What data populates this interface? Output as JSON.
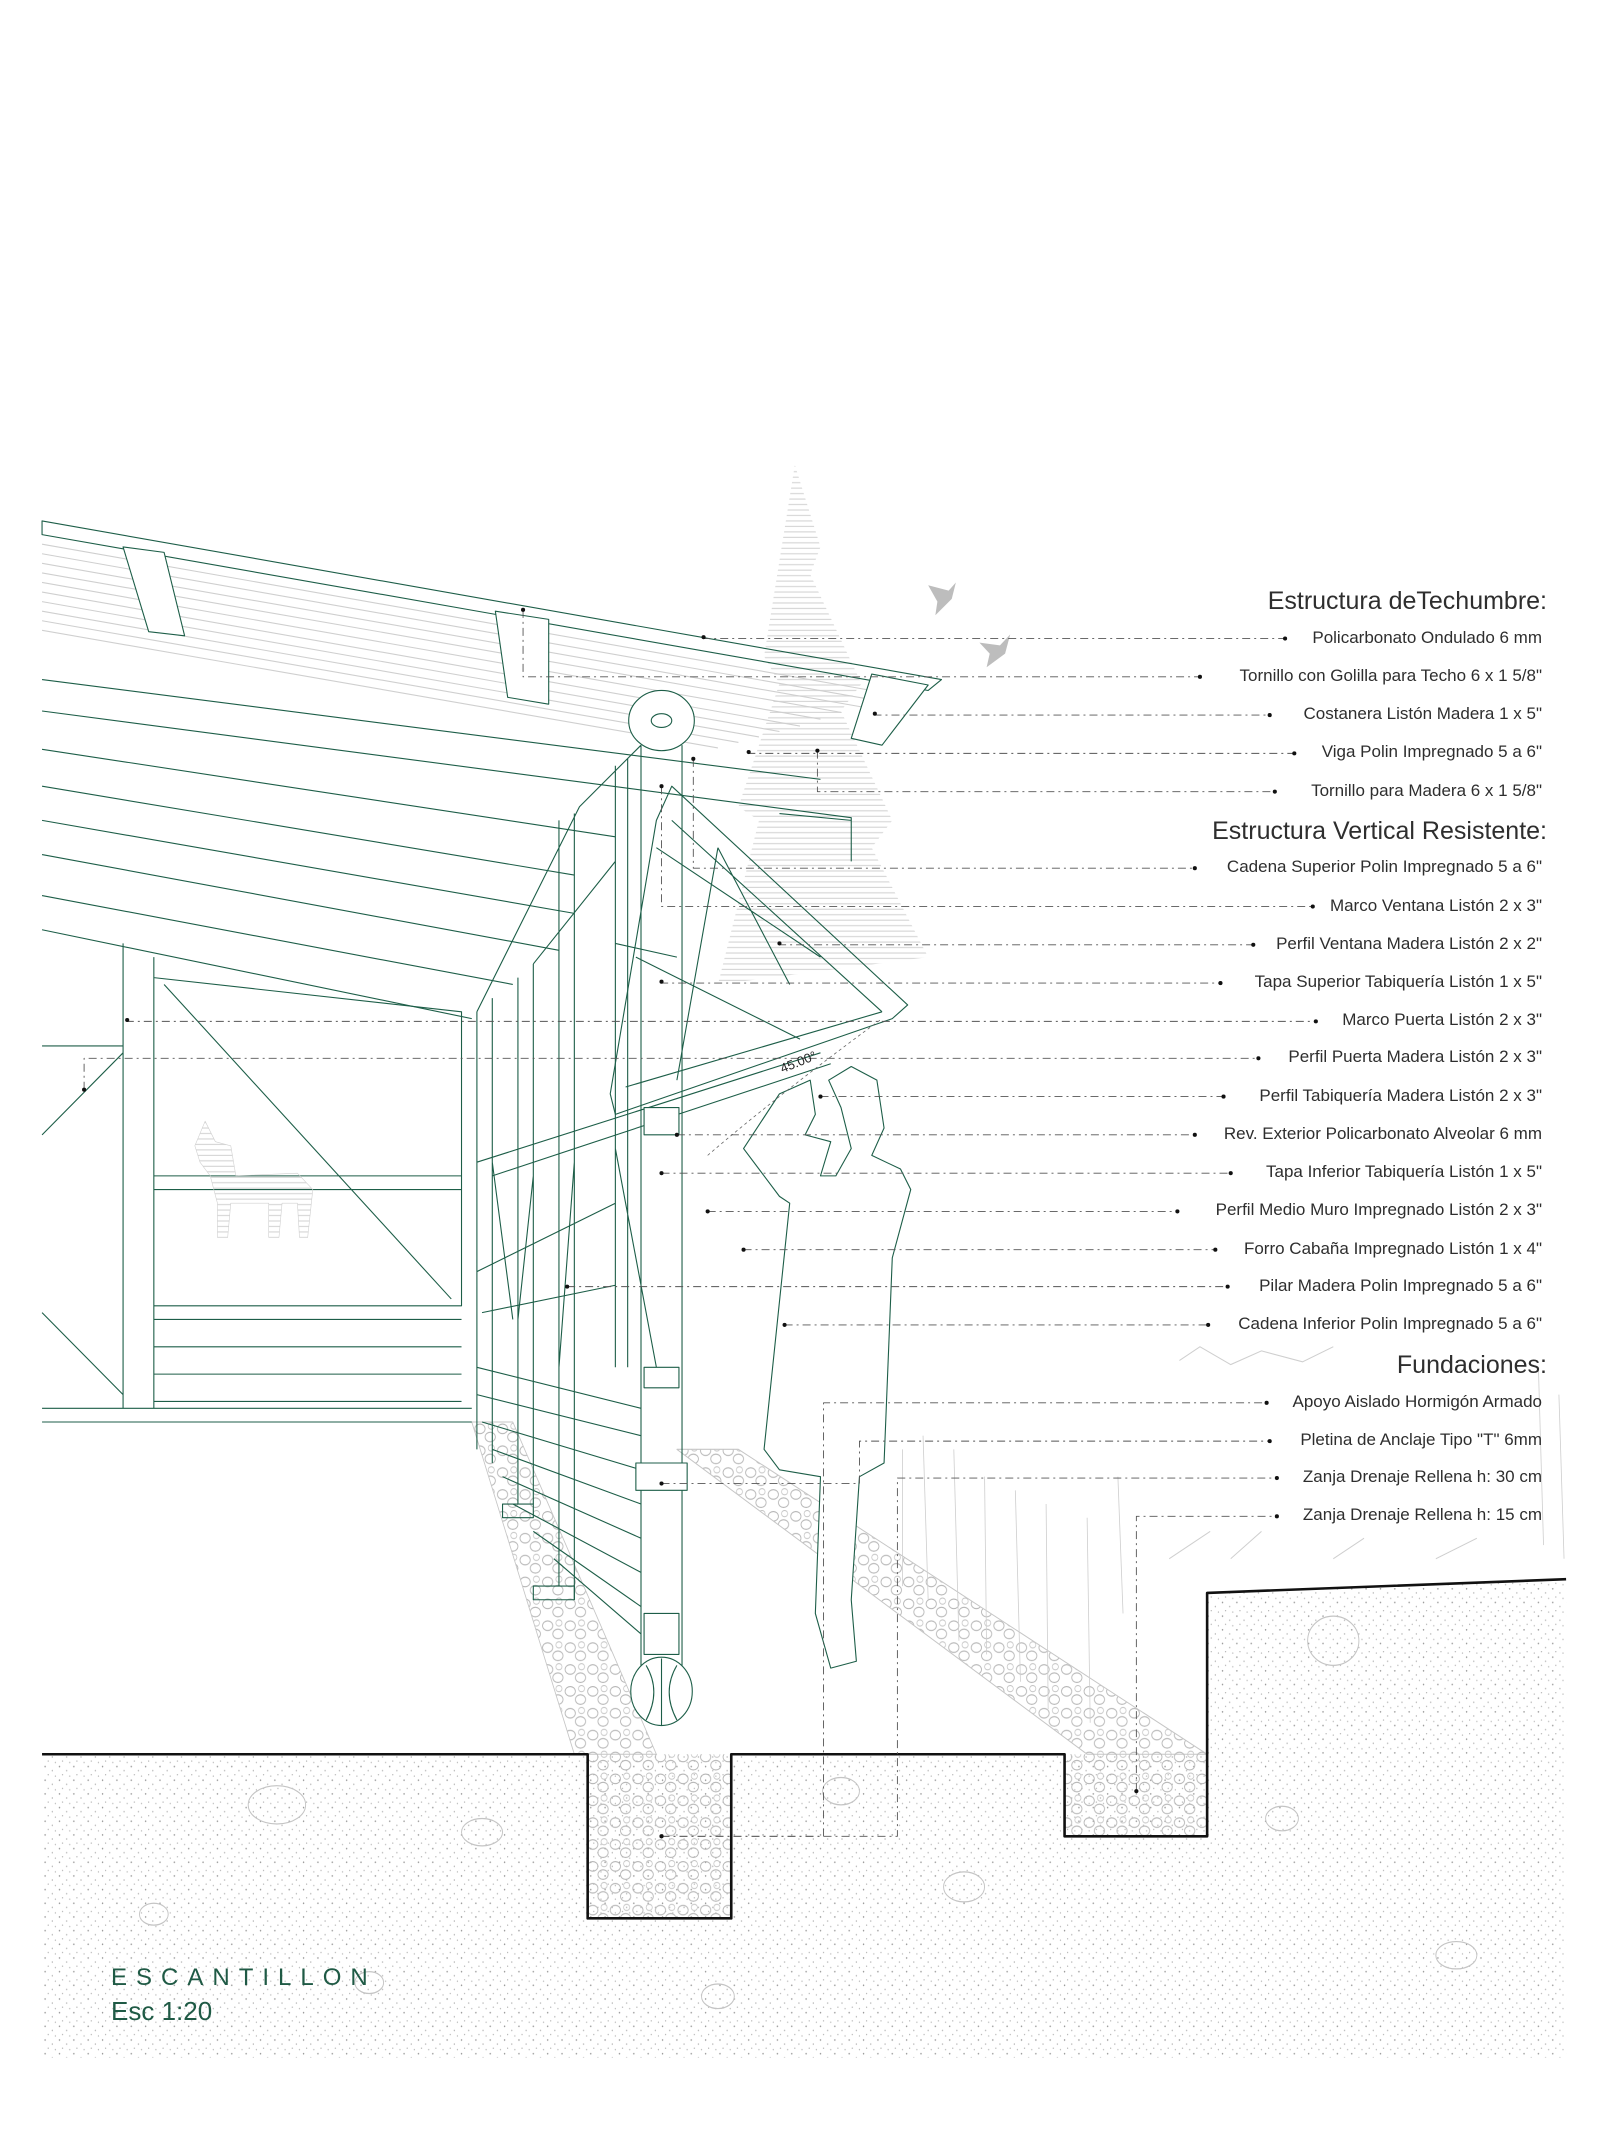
{
  "drawing": {
    "title": "ESCANTILLON",
    "scale": "Esc 1:20",
    "angle_label": "45.00°"
  },
  "sections": [
    {
      "header": "Estructura deTechumbre:",
      "items": [
        "Policarbonato Ondulado 6 mm",
        "Tornillo con Golilla para Techo 6 x 1 5/8\"",
        "Costanera Listón Madera 1 x 5\"",
        "Viga Polin Impregnado 5 a 6\"",
        "Tornillo para Madera 6 x 1 5/8\""
      ]
    },
    {
      "header": "Estructura Vertical Resistente:",
      "items": [
        "Cadena Superior Polin Impregnado 5 a 6\"",
        "Marco Ventana Listón 2 x 3\"",
        "Perfil Ventana Madera Listón 2 x 2\"",
        "Tapa Superior Tabiquería Listón 1 x 5\"",
        "Marco Puerta Listón 2 x 3\"",
        "Perfil Puerta Madera Listón 2 x 3\"",
        "Perfil Tabiquería Madera Listón 2 x 3\"",
        "Rev. Exterior Policarbonato Alveolar 6 mm",
        "Tapa Inferior Tabiquería Listón 1 x 5\"",
        "Perfil Medio Muro Impregnado Listón 2 x 3\"",
        "Forro Cabaña Impregnado Listón 1 x 4\"",
        "Pilar Madera Polin Impregnado 5 a 6\"",
        "Cadena Inferior Polin Impregnado 5 a 6\""
      ]
    },
    {
      "header": "Fundaciones:",
      "items": [
        "Apoyo Aislado Hormigón Armado",
        "Pletina de Anclaje Tipo \"T\" 6mm",
        "Zanja Drenaje Rellena h: 30 cm",
        "Zanja Drenaje Rellena h: 15 cm"
      ]
    }
  ],
  "colors": {
    "structure": "#1d5e48",
    "title": "#1f5a45",
    "text": "#2e2e2e",
    "ground_line": "#111111",
    "context": "#b8b8b8"
  }
}
